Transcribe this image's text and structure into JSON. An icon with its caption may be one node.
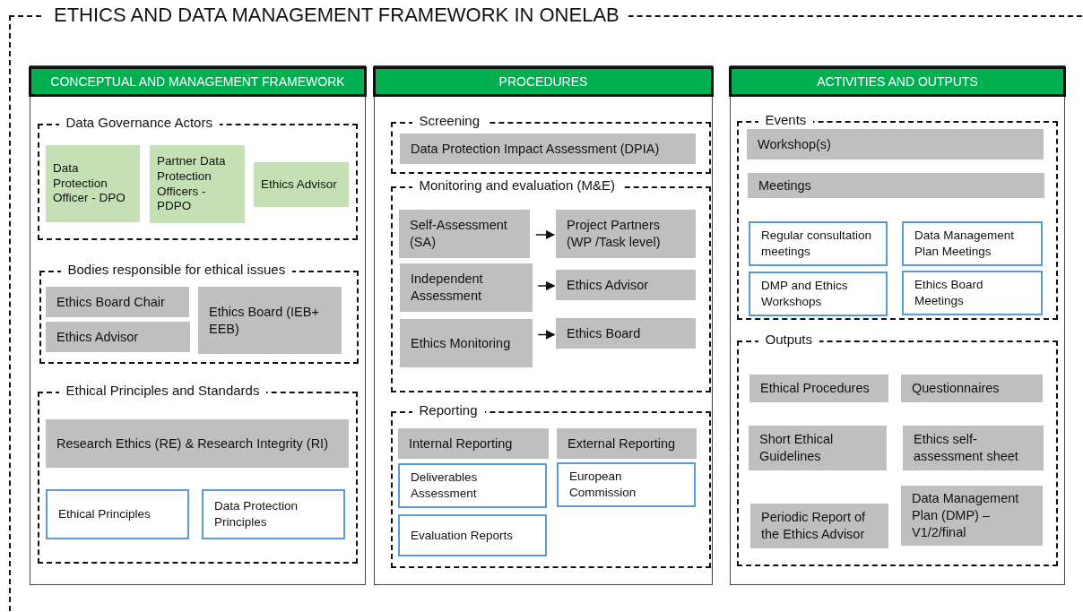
{
  "diagram": {
    "nodes": [
      {
        "text": [
          "ETHICS AND DATA MANAGEMENT FRAMEWORK IN ONELAB"
        ]
      },
      {
        "text": [
          "CONCEPTUAL AND MANAGEMENT FRAMEWORK"
        ],
        "in": 0
      },
      {
        "text": [
          "Data Governance Actors"
        ],
        "in": 1
      },
      {
        "text": [
          "Data Protection Officer - DPO"
        ],
        "in": 2
      },
      {
        "text": [
          "Partner Data Protection Officers - PDPO"
        ],
        "in": 2
      },
      {
        "text": [
          "Ethics Advisor"
        ],
        "in": 2
      },
      {
        "text": [
          "Bodies responsible for ethical issues"
        ],
        "in": 1
      },
      {
        "text": [
          "Ethics Board Chair"
        ],
        "in": 6
      },
      {
        "text": [
          "Ethics Advisor"
        ],
        "in": 6
      },
      {
        "text": [
          "Ethics Board (IEB+ EEB)"
        ],
        "in": 6
      },
      {
        "text": [
          "Ethical Principles and Standards"
        ],
        "in": 1
      },
      {
        "text": [
          "Research Ethics (RE) &  Research Integrity (RI)"
        ],
        "in": 10
      },
      {
        "text": [
          "Ethical Principles"
        ],
        "in": 10
      },
      {
        "text": [
          "Data Protection Principles"
        ],
        "in": 10
      },
      {
        "text": [
          "PROCEDURES"
        ],
        "in": 0
      },
      {
        "text": [
          "Screening"
        ],
        "in": 14
      },
      {
        "text": [
          "Data Protection Impact Assessment (DPIA)"
        ],
        "in": 15
      },
      {
        "text": [
          "Monitoring and evaluation (M&E)"
        ],
        "in": 14
      },
      {
        "text": [
          "Self-Assessment (SA)"
        ],
        "in": 17
      },
      {
        "text": [
          "Project Partners (WP /Task level)"
        ],
        "in": 17
      },
      {
        "text": [
          "Independent Assessment"
        ],
        "in": 17
      },
      {
        "text": [
          "Ethics Advisor"
        ],
        "in": 17
      },
      {
        "text": [
          "Ethics Monitoring"
        ],
        "in": 17
      },
      {
        "text": [
          "Ethics Board"
        ],
        "in": 17
      },
      {
        "text": [
          "Reporting"
        ],
        "in": 14
      },
      {
        "text": [
          "Internal Reporting"
        ],
        "in": 24
      },
      {
        "text": [
          "External Reporting"
        ],
        "in": 24
      },
      {
        "text": [
          "Deliverables Assessment"
        ],
        "in": 24
      },
      {
        "text": [
          "European Commission"
        ],
        "in": 24
      },
      {
        "text": [
          "Evaluation Reports"
        ],
        "in": 24
      },
      {
        "text": [
          "ACTIVITIES AND OUTPUTS"
        ],
        "in": 0
      },
      {
        "text": [
          "Events"
        ],
        "in": 30
      },
      {
        "text": [
          "Workshop(s)"
        ],
        "in": 31
      },
      {
        "text": [
          "Meetings"
        ],
        "in": 31
      },
      {
        "text": [
          "Regular consultation meetings"
        ],
        "in": 31
      },
      {
        "text": [
          "Data Management Plan Meetings"
        ],
        "in": 31
      },
      {
        "text": [
          "DMP and Ethics Workshops"
        ],
        "in": 31
      },
      {
        "text": [
          "Ethics Board Meetings"
        ],
        "in": 31
      },
      {
        "text": [
          "Outputs"
        ],
        "in": 30
      },
      {
        "text": [
          "Ethical Procedures"
        ],
        "in": 38
      },
      {
        "text": [
          "Questionnaires"
        ],
        "in": 38
      },
      {
        "text": [
          "Short Ethical Guidelines"
        ],
        "in": 38
      },
      {
        "text": [
          "Ethics self-assessment sheet"
        ],
        "in": 38
      },
      {
        "text": [
          "Periodic Report of the Ethics Advisor"
        ],
        "in": 38
      },
      {
        "text": [
          "Data Management Plan (DMP) – V1/2/final"
        ],
        "in": 38
      }
    ],
    "edges": [
      {
        "from": 18,
        "to": 19,
        "arrow": "to"
      },
      {
        "from": 20,
        "to": 21,
        "arrow": "to"
      },
      {
        "from": 22,
        "to": 23,
        "arrow": "to"
      }
    ]
  }
}
